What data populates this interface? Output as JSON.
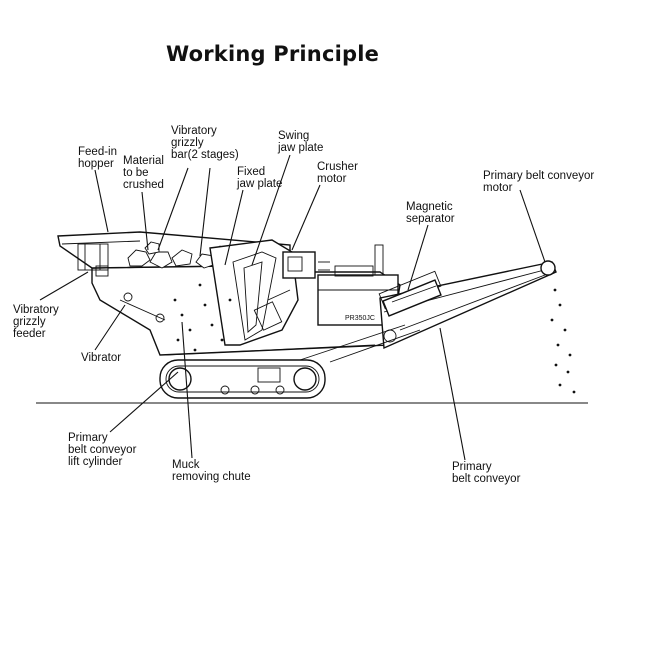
{
  "title": "Working Principle",
  "labels": {
    "feed_in_hopper": "Feed-in\nhopper",
    "material_to_be_crushed": "Material\nto be\ncrushed",
    "vibratory_grizzly_bar": "Vibratory\ngrizzly\nbar(2 stages)",
    "fixed_jaw_plate": "Fixed\njaw plate",
    "swing_jaw_plate": "Swing\njaw plate",
    "crusher_motor": "Crusher\nmotor",
    "primary_belt_conveyor_motor": "Primary belt conveyor\nmotor",
    "magnetic_separator": "Magnetic\nseparator",
    "vibratory_grizzly_feeder": "Vibratory\ngrizzly\nfeeder",
    "vibrator": "Vibrator",
    "primary_belt_conveyor_lift_cylinder": "Primary\nbelt conveyor\nlift cylinder",
    "muck_removing_chute": "Muck\nremoving chute",
    "primary_belt_conveyor": "Primary\nbelt conveyor",
    "machine_plate": "PR350JC"
  }
}
